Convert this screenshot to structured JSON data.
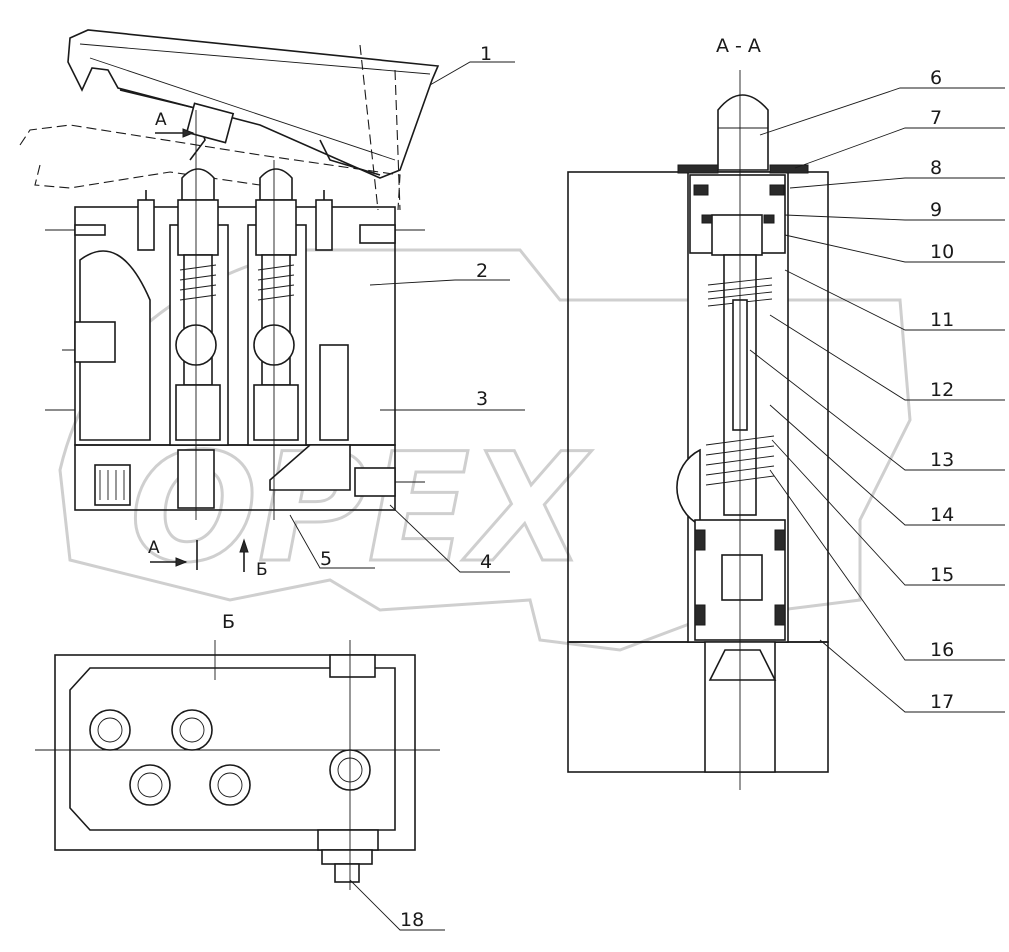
{
  "labels": {
    "section_aa": "А - А",
    "view_b": "Б",
    "arrow_a": "А",
    "arrow_a2": "А",
    "arrow_b": "Б"
  },
  "parts": [
    "1",
    "2",
    "3",
    "4",
    "5",
    "6",
    "7",
    "8",
    "9",
    "10",
    "11",
    "12",
    "13",
    "14",
    "15",
    "16",
    "17",
    "18"
  ],
  "watermark": "OPEX"
}
